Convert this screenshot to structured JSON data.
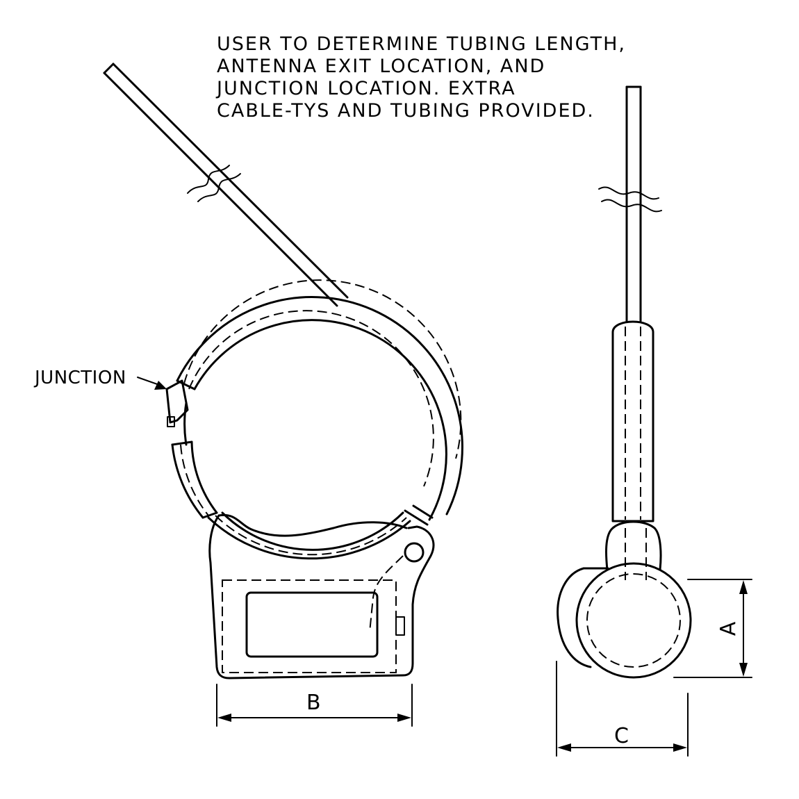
{
  "note": {
    "lines": [
      "USER TO DETERMINE TUBING LENGTH,",
      "ANTENNA EXIT LOCATION, AND",
      "JUNCTION LOCATION. EXTRA",
      "CABLE-TYS AND TUBING PROVIDED."
    ]
  },
  "labels": {
    "junction": "JUNCTION"
  },
  "dimensions": {
    "a": "A",
    "b": "B",
    "c": "C"
  }
}
